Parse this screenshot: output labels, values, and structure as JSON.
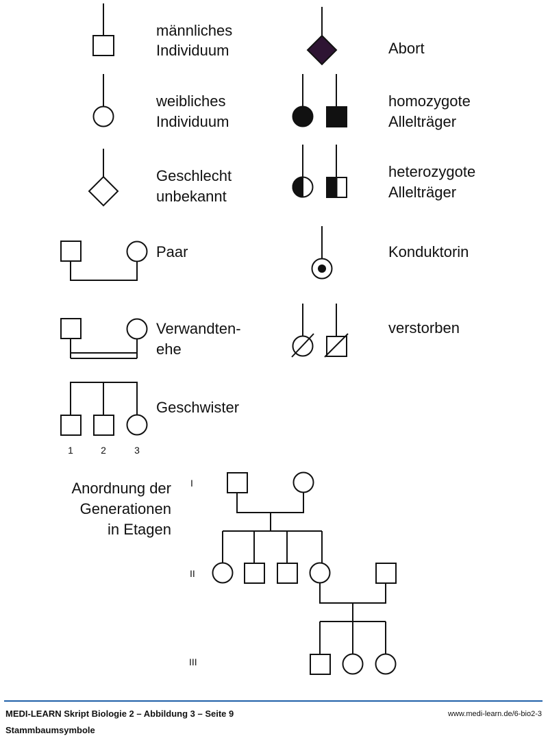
{
  "colors": {
    "stroke": "#111111",
    "abort_fill": "#2e1433",
    "footer_rule": "#1f5fa8"
  },
  "legend": {
    "male": {
      "line1": "männliches",
      "line2": "Individuum"
    },
    "female": {
      "line1": "weibliches",
      "line2": "Individuum"
    },
    "unknown_sex": {
      "line1": "Geschlecht",
      "line2": "unbekannt"
    },
    "couple": {
      "line1": "Paar"
    },
    "consanguineous": {
      "line1": "Verwandten-",
      "line2": "ehe"
    },
    "siblings": {
      "line1": "Geschwister",
      "numbers": [
        "1",
        "2",
        "3"
      ]
    },
    "abortion": {
      "line1": "Abort"
    },
    "homozygous": {
      "line1": "homozygote",
      "line2": "Allelträger"
    },
    "heterozygous": {
      "line1": "heterozygote",
      "line2": "Allelträger"
    },
    "carrier": {
      "line1": "Konduktorin"
    },
    "deceased": {
      "line1": "verstorben"
    }
  },
  "generations": {
    "label_lines": [
      "Anordnung der",
      "Generationen",
      "in Etagen"
    ],
    "levels": [
      "I",
      "II",
      "III"
    ],
    "gen1": [
      "male",
      "female"
    ],
    "gen2": [
      "female",
      "male",
      "male",
      "female",
      "male"
    ],
    "gen3": [
      "male",
      "female",
      "female"
    ]
  },
  "footer": {
    "title": "MEDI-LEARN Skript Biologie 2 – Abbildung 3 – Seite 9",
    "url": "www.medi-learn.de/6-bio2-3",
    "subtitle": "Stammbaumsymbole"
  }
}
